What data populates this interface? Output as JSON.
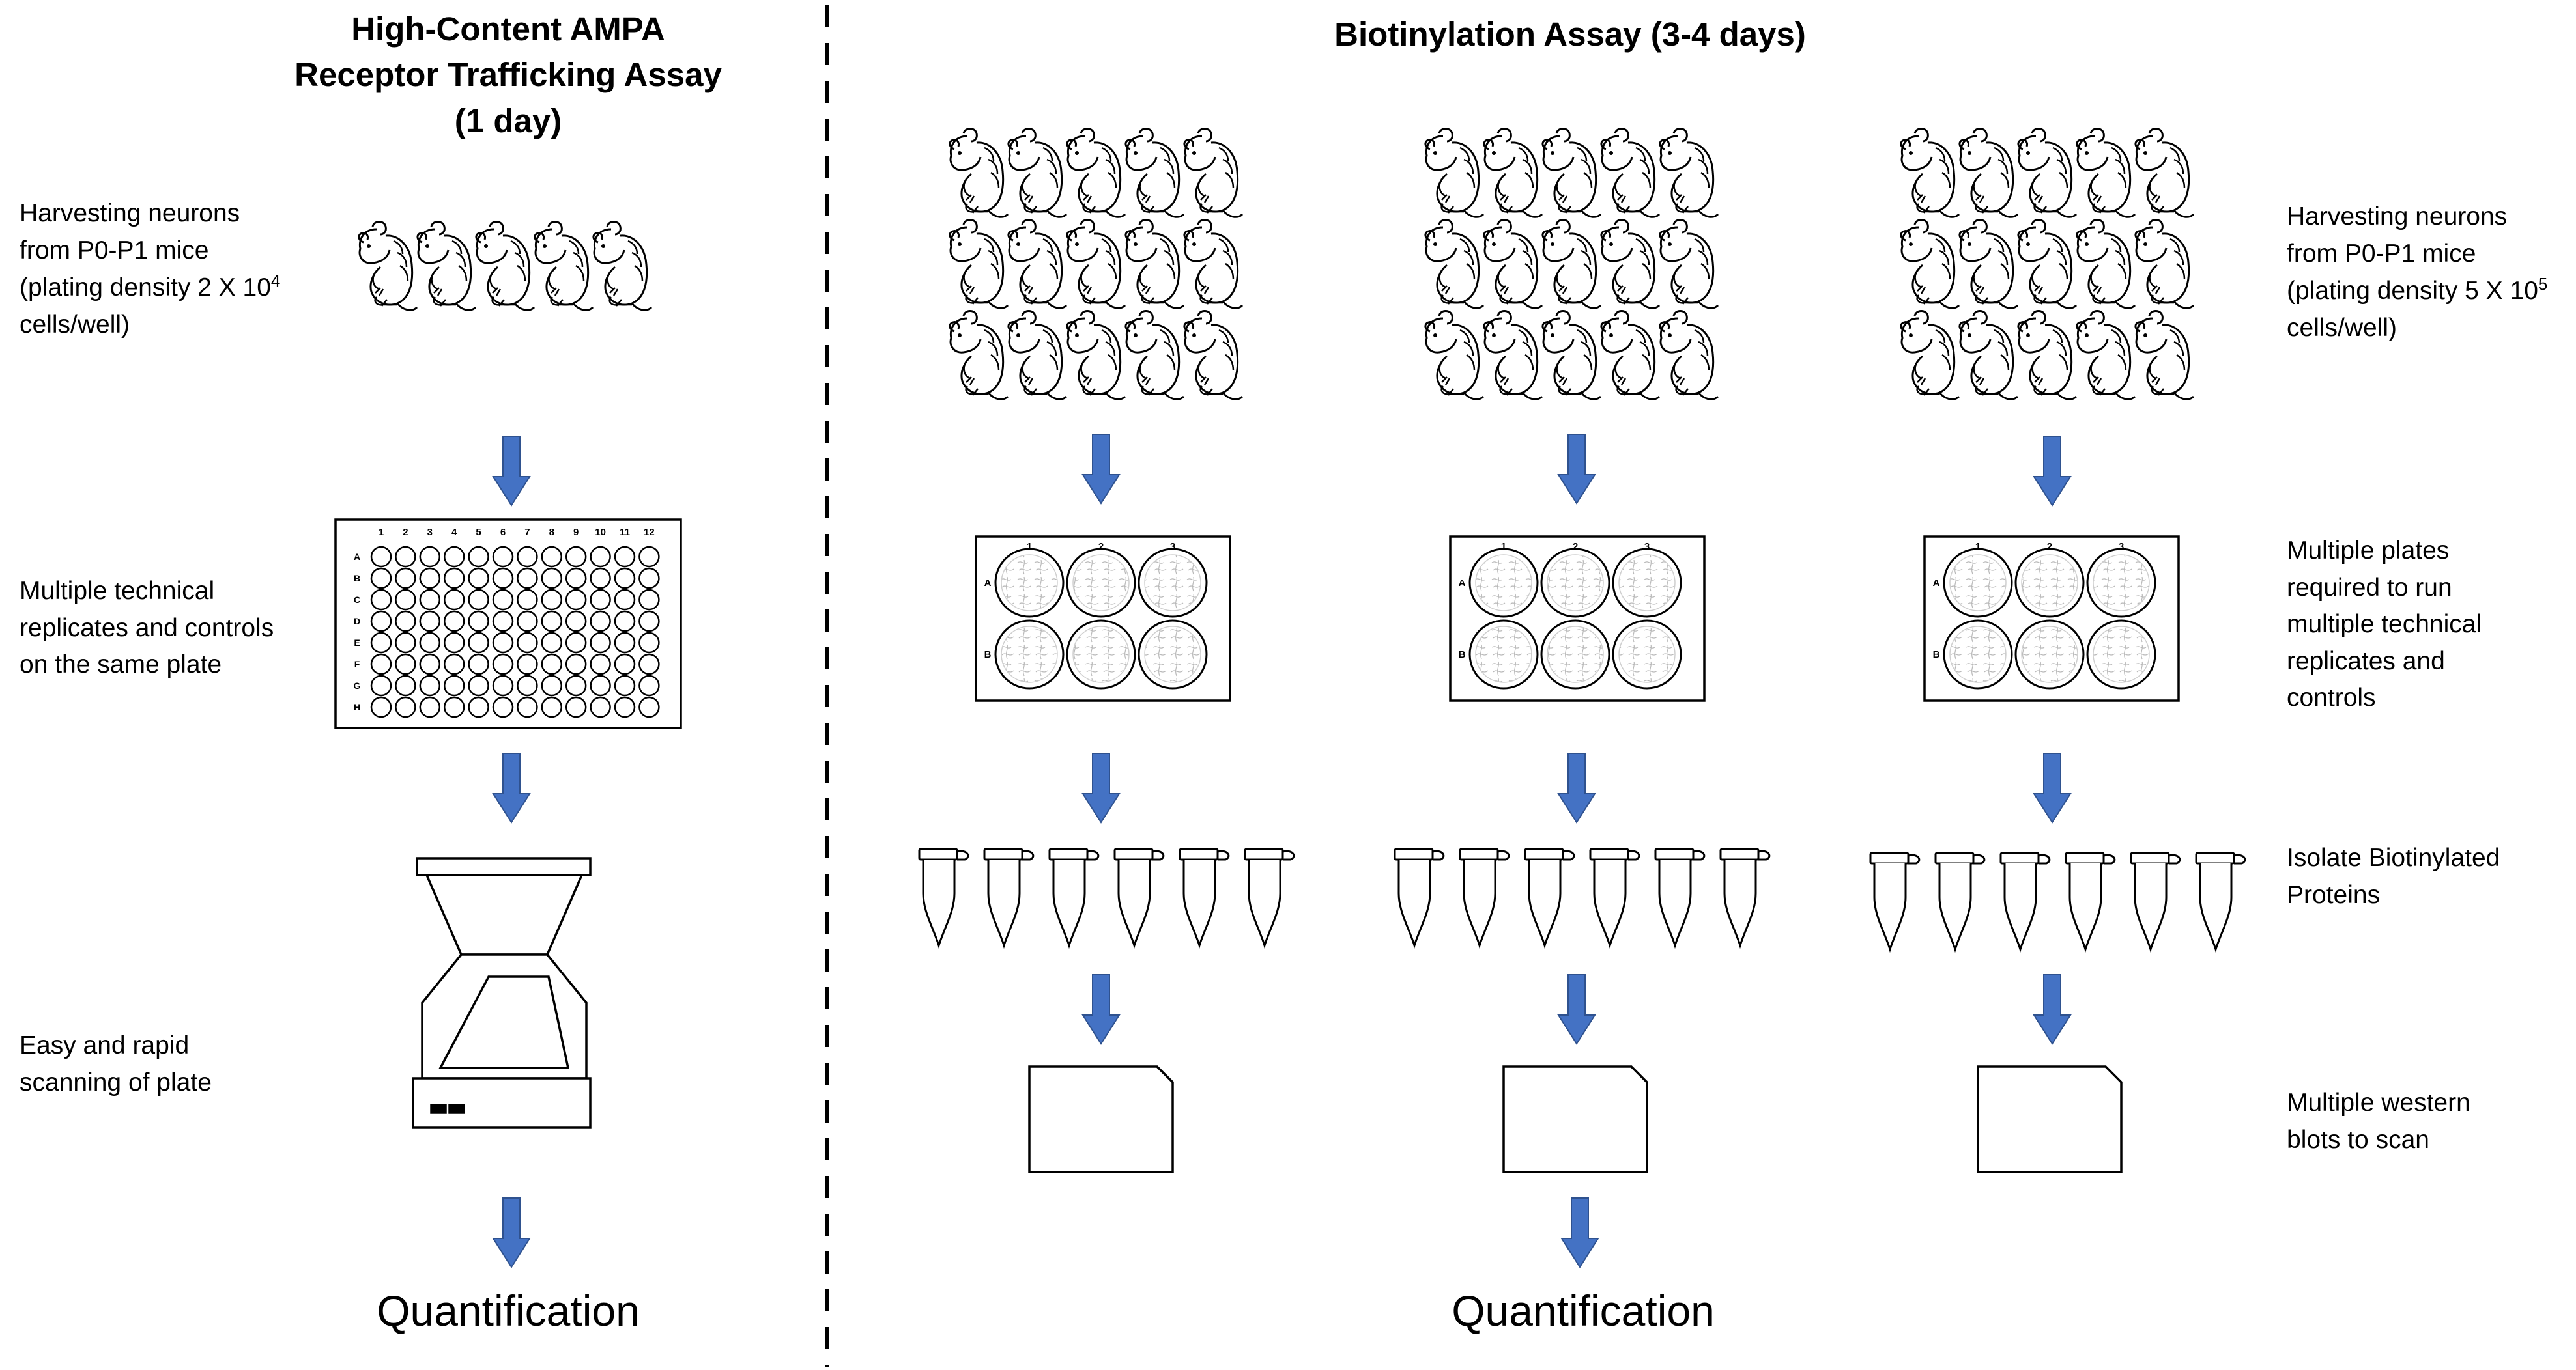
{
  "left": {
    "title": [
      "High-Content AMPA",
      "Receptor Trafficking Assay",
      "(1 day)"
    ],
    "steps": {
      "harvest": {
        "line1": "Harvesting neurons",
        "line2": "from P0-P1 mice",
        "line3_pre": "(plating density 2 X 10",
        "line3_sup": "4",
        "line4": "cells/well)"
      },
      "replicates": [
        "Multiple technical",
        "replicates and controls",
        "on the same plate"
      ],
      "scan": [
        "Easy and rapid",
        "scanning of plate"
      ]
    },
    "plate96": {
      "cols": [
        "1",
        "2",
        "3",
        "4",
        "5",
        "6",
        "7",
        "8",
        "9",
        "10",
        "11",
        "12"
      ],
      "rows": [
        "A",
        "B",
        "C",
        "D",
        "E",
        "F",
        "G",
        "H"
      ]
    },
    "mice_count": 5,
    "quantification": "Quantification"
  },
  "right": {
    "title": "Biotinylation Assay (3-4 days)",
    "steps": {
      "harvest": {
        "line1": "Harvesting neurons",
        "line2": "from P0-P1 mice",
        "line3_pre": "(plating density 5 X 10",
        "line3_sup": "5",
        "line4": "cells/well)"
      },
      "plates": [
        "Multiple plates",
        "required to run",
        "multiple technical",
        "replicates and",
        "controls"
      ],
      "isolate": [
        "Isolate Biotinylated",
        "Proteins"
      ],
      "western": [
        "Multiple western",
        "blots to scan"
      ]
    },
    "plate6": {
      "cols": [
        "1",
        "2",
        "3"
      ],
      "rows": [
        "A",
        "B"
      ]
    },
    "mice_per_group": 15,
    "tubes_per_group": 6,
    "quantification": "Quantification"
  },
  "colors": {
    "arrow": "#4472C4",
    "arrow_stroke": "#2F528F",
    "line": "#000000"
  },
  "icons": [
    "mouse-pup-icon",
    "well-plate-96-icon",
    "well-plate-6-icon",
    "microtube-icon",
    "flatbed-scanner-icon",
    "western-blot-membrane-icon",
    "down-arrow-icon"
  ]
}
